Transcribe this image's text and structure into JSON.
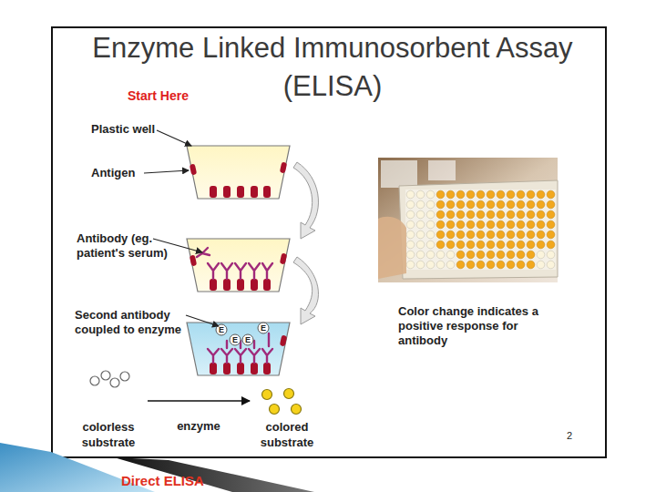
{
  "diagram": {
    "title": "Enzyme Linked Immunosorbent Assay (ELISA)",
    "nodes": [
      {
        "text": [
          "colorless substrate"
        ]
      },
      {
        "text": [
          "colored substrate"
        ]
      }
    ],
    "edges": [
      {
        "from": 0,
        "to": 1,
        "label": "enzyme",
        "arrow": "to"
      }
    ],
    "labels": [
      "Start Here",
      "Plastic well",
      "Antigen",
      "Antibody (eg. patient's serum)",
      "Second antibody coupled to enzyme",
      "Color change indicates a positive response for antibody",
      "2",
      "E",
      "E",
      "E",
      "E",
      "Direct ELISA"
    ]
  }
}
